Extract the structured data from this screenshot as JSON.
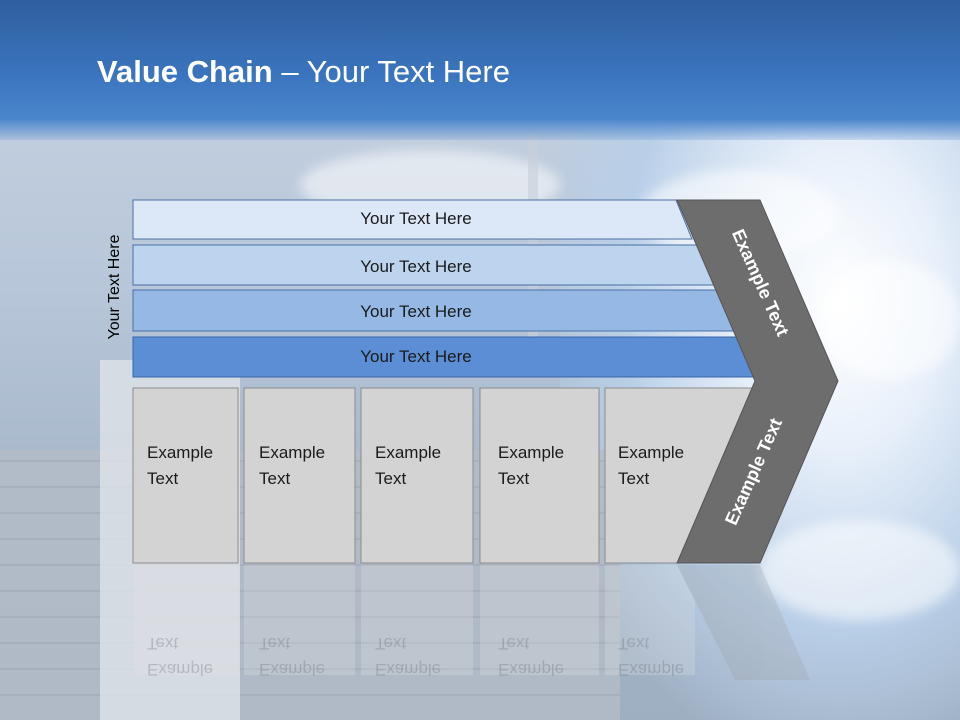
{
  "title": {
    "bold": "Value Chain",
    "rest": " – Your Text Here"
  },
  "side_label": "Your Text Here",
  "bars": [
    {
      "label": "Your Text Here",
      "color": "#dce8f7"
    },
    {
      "label": "Your Text Here",
      "color": "#bcd4ee"
    },
    {
      "label": "Your Text Here",
      "color": "#95b9e4"
    },
    {
      "label": "Your Text Here",
      "color": "#5b8ed4"
    }
  ],
  "boxes": [
    {
      "line1": "Example",
      "line2": "Text"
    },
    {
      "line1": "Example",
      "line2": "Text"
    },
    {
      "line1": "Example",
      "line2": "Text"
    },
    {
      "line1": "Example",
      "line2": "Text"
    },
    {
      "line1": "Example",
      "line2": "Text"
    }
  ],
  "chevron": {
    "top_label": "Example Text",
    "bottom_label": "Example Text",
    "color": "#6d6d6d"
  },
  "colors": {
    "box_fill": "#d3d3d3",
    "box_stroke": "#8c8c8c",
    "header": "#3b75bf"
  }
}
